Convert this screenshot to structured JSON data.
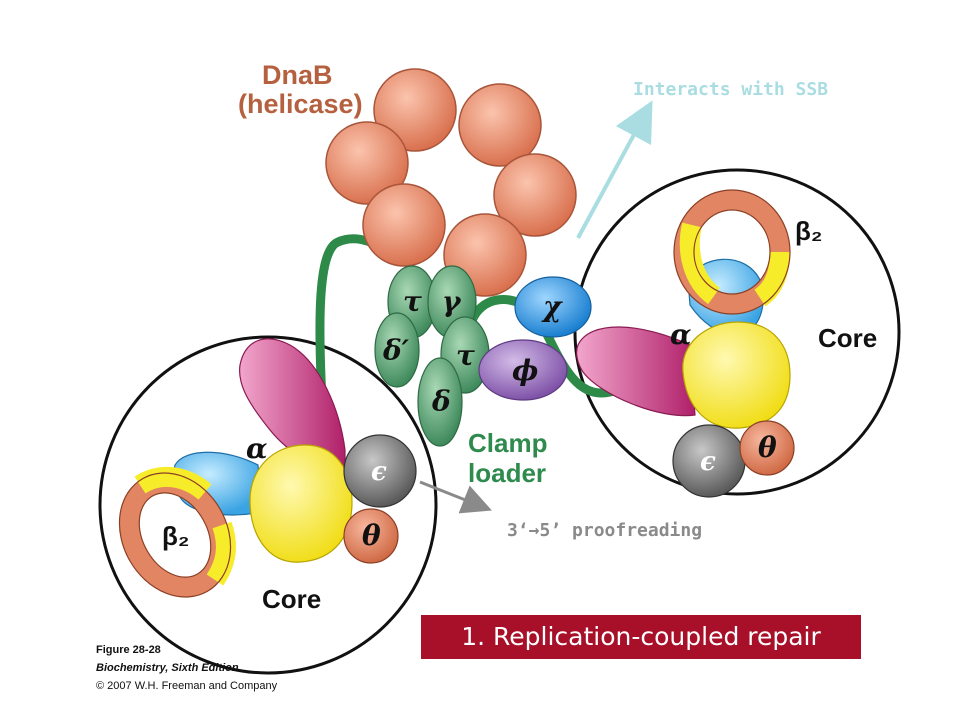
{
  "labels": {
    "dnab_line1": "DnaB",
    "dnab_line2": "(helicase)",
    "core_right": "Core",
    "core_left": "Core",
    "clamp_line1": "Clamp",
    "clamp_line2": "loader",
    "beta2": "β₂"
  },
  "greek": {
    "tau": "τ",
    "gamma": "γ",
    "delta_prime": "δ′",
    "tau2": "τ",
    "delta": "δ",
    "chi": "χ",
    "phi": "ϕ",
    "alpha": "α",
    "epsilon": "ϵ",
    "theta": "θ"
  },
  "annotations": {
    "ssb": "Interacts with SSB",
    "proofreading": "3‘→5’ proofreading"
  },
  "banner": "1. Replication-coupled repair",
  "caption": {
    "figure": "Figure 28-28",
    "book": "Biochemistry, Sixth Edition",
    "copyright": "© 2007 W.H. Freeman and Company"
  },
  "colors": {
    "helicase": "#e8896a",
    "clamp_loader_green": "#5fa97a",
    "chi_blue": "#2f96e0",
    "phi_purple": "#9b6fc0",
    "alpha_magenta": "#c8357e",
    "core_yellow": "#f7ec2a",
    "epsilon_gray": "#707070",
    "theta_salmon": "#e28563",
    "banner_red": "#a8102a",
    "ssb_arrow": "#a9dde2"
  }
}
